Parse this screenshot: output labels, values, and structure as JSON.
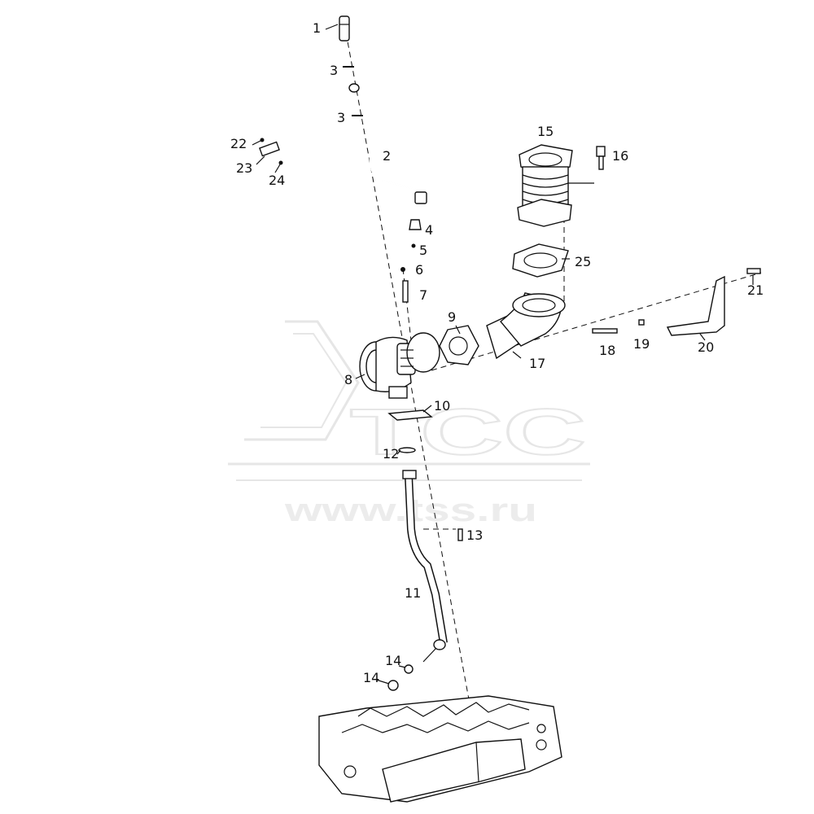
{
  "watermark": {
    "logo_text": "TCC",
    "url": "www.tss.ru"
  },
  "callouts": {
    "c1": "1",
    "c3a": "3",
    "c3b": "3",
    "c2": "2",
    "c22": "22",
    "c23": "23",
    "c24": "24",
    "c4": "4",
    "c5": "5",
    "c6": "6",
    "c7": "7",
    "c9": "9",
    "c8": "8",
    "c10": "10",
    "c12": "12",
    "c13": "13",
    "c11": "11",
    "c14a": "14",
    "c14b": "14",
    "c15": "15",
    "c16": "16",
    "c25": "25",
    "c17": "17",
    "c18": "18",
    "c19": "19",
    "c20": "20",
    "c21": "21"
  }
}
